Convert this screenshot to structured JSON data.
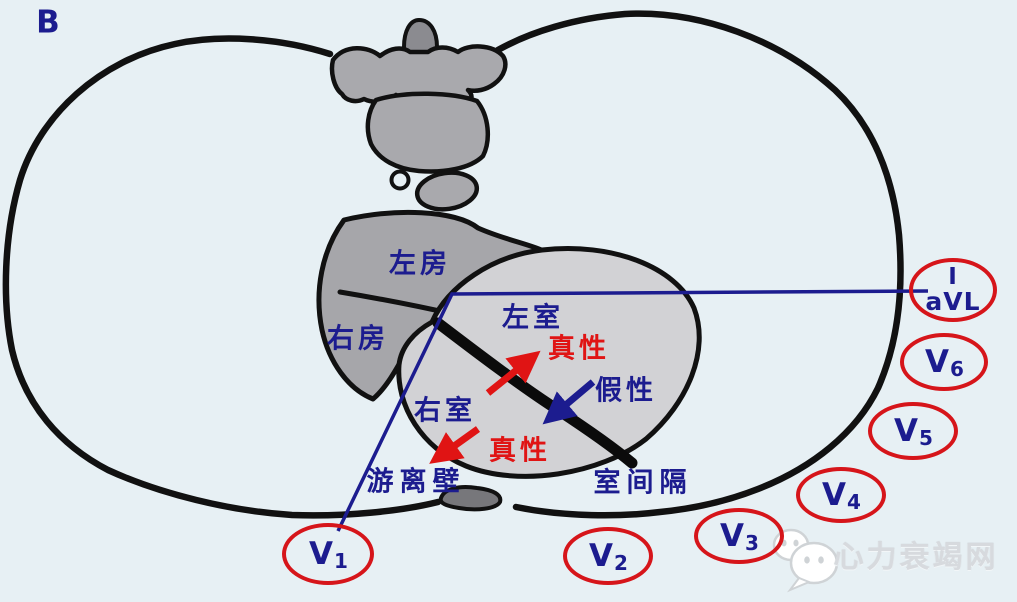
{
  "figure": {
    "panel_label": "B",
    "regions": {
      "left_atrium": "左房",
      "right_atrium": "右房",
      "left_ventricle": "左室",
      "right_ventricle": "右室",
      "free_wall": "游离壁",
      "interventricular_septum": "室间隔"
    },
    "annotations": {
      "true_pattern_upper": "真性",
      "true_pattern_lower": "真性",
      "pseudo_pattern": "假性"
    },
    "leads": {
      "i_avl": {
        "line1": "I",
        "line2": "aVL"
      },
      "v6": {
        "base": "V",
        "sub": "6"
      },
      "v5": {
        "base": "V",
        "sub": "5"
      },
      "v4": {
        "base": "V",
        "sub": "4"
      },
      "v3": {
        "base": "V",
        "sub": "3"
      },
      "v2": {
        "base": "V",
        "sub": "2"
      },
      "v1": {
        "base": "V",
        "sub": "1"
      }
    },
    "watermark": "心力衰竭网",
    "colors": {
      "background": "#e7f0f4",
      "outline_black": "#111111",
      "label_navy": "#1c1c8f",
      "lead_circle_red": "#d6151a",
      "arrow_red": "#e01414",
      "arrow_blue": "#1c1c8f",
      "atria_gray": "#a6a6aa",
      "ventricle_gray": "#d2d2d5",
      "bone_gray": "#a9a9ad",
      "spinous_gray": "#8b8b90",
      "watermark_gray": "#d7dade"
    }
  }
}
